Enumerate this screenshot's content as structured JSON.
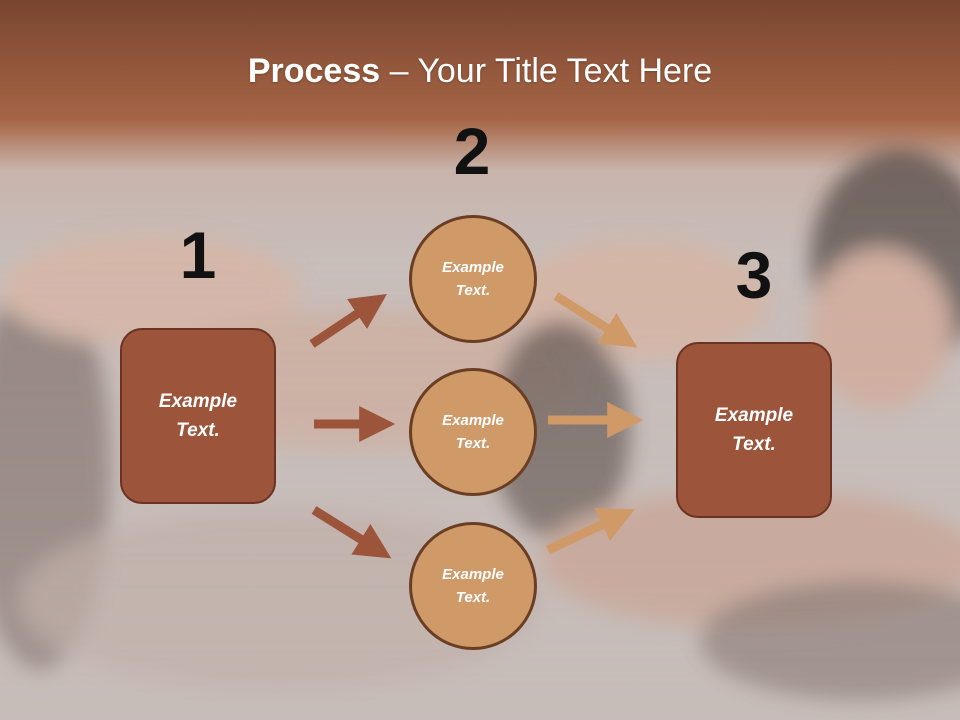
{
  "title": {
    "bold": "Process",
    "rest": " – Your Title Text Here"
  },
  "steps": [
    {
      "number": "1",
      "text_line1": "Example",
      "text_line2": "Text."
    },
    {
      "number": "2"
    },
    {
      "number": "3",
      "text_line1": "Example",
      "text_line2": "Text."
    }
  ],
  "circles": [
    {
      "text_line1": "Example",
      "text_line2": "Text."
    },
    {
      "text_line1": "Example",
      "text_line2": "Text."
    },
    {
      "text_line1": "Example",
      "text_line2": "Text."
    }
  ],
  "colors": {
    "box": "#9c543a",
    "circle": "#cf9968",
    "arrow_dark": "#9c543a",
    "arrow_light": "#cf9968"
  }
}
